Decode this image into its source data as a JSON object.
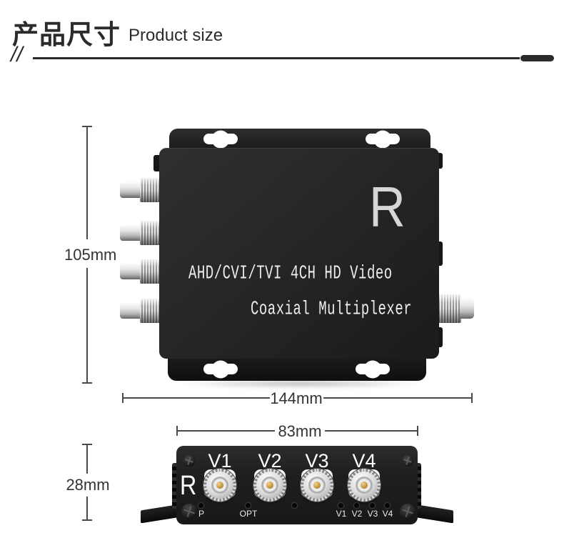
{
  "header": {
    "title_zh": "产品尺寸",
    "title_en": "Product size",
    "slashes": "//"
  },
  "top_view": {
    "brand_letter": "R",
    "device_text_line1": "AHD/CVI/TVI 4CH HD Video",
    "device_text_line2": "Coaxial Multiplexer",
    "height_label": "105mm",
    "width_label": "144mm"
  },
  "front_view": {
    "brand_letter": "R",
    "width_label": "83mm",
    "height_label": "28mm",
    "port_labels": [
      "V1",
      "V2",
      "V3",
      "V4"
    ],
    "led_labels": {
      "power": "P",
      "optical": "OPT",
      "video": [
        "V1",
        "V2",
        "V3",
        "V4"
      ]
    }
  },
  "colors": {
    "background": "#ffffff",
    "ink": "#2b2b2b",
    "device_black": "#1f1f1f",
    "device_text": "#ededed",
    "dimension_line": "#4a4a4a",
    "gold_pin": "#c08d35"
  }
}
